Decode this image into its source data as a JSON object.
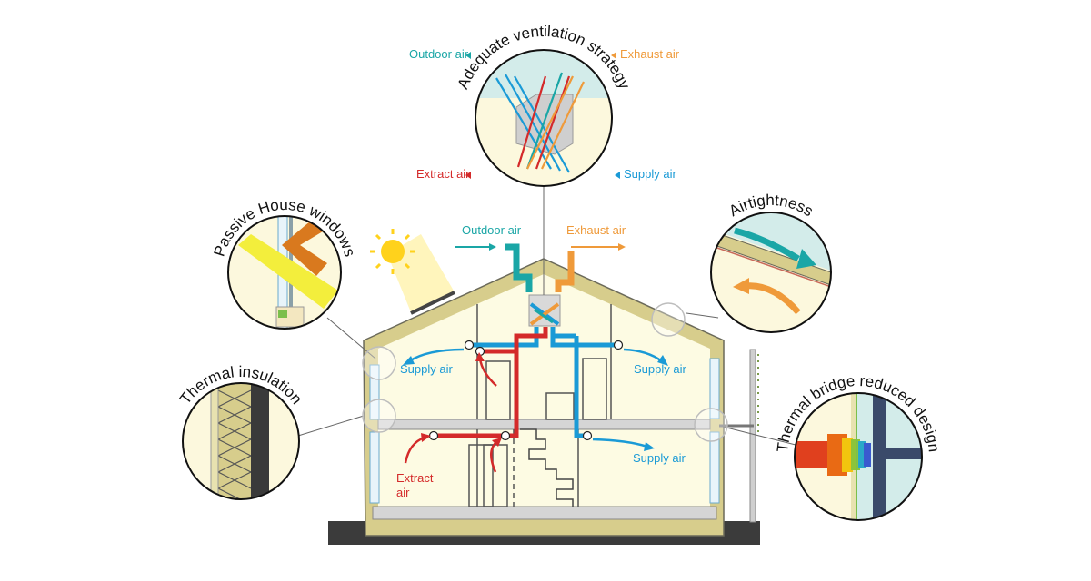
{
  "callouts": {
    "ventilation_title": "Adequate ventilation strategy",
    "windows_title": "Passive House windows",
    "airtightness_title": "Airtightness",
    "insulation_title": "Thermal insulation",
    "thermal_bridge_title": "Thermal bridge reduced design"
  },
  "ventilation_legend": {
    "outdoor_air": "Outdoor air",
    "exhaust_air": "Exhaust air",
    "extract_air": "Extract air",
    "supply_air": "Supply air"
  },
  "house_labels": {
    "outdoor_air": "Outdoor air",
    "exhaust_air": "Exhaust air",
    "supply_air_upper_left": "Supply air",
    "supply_air_upper_right": "Supply air",
    "supply_air_lower_right": "Supply air",
    "extract_air_line1": "Extract",
    "extract_air_line2": "air"
  },
  "colors": {
    "outdoor_air": "#1aa6a6",
    "exhaust_air": "#ef9a3a",
    "extract_air": "#d42a2a",
    "supply_air": "#1a9ad6",
    "insulation": "#d7cd8c",
    "interior": "#fdfbe3",
    "ground": "#3a3a3a",
    "sky": "#d3ecea"
  }
}
